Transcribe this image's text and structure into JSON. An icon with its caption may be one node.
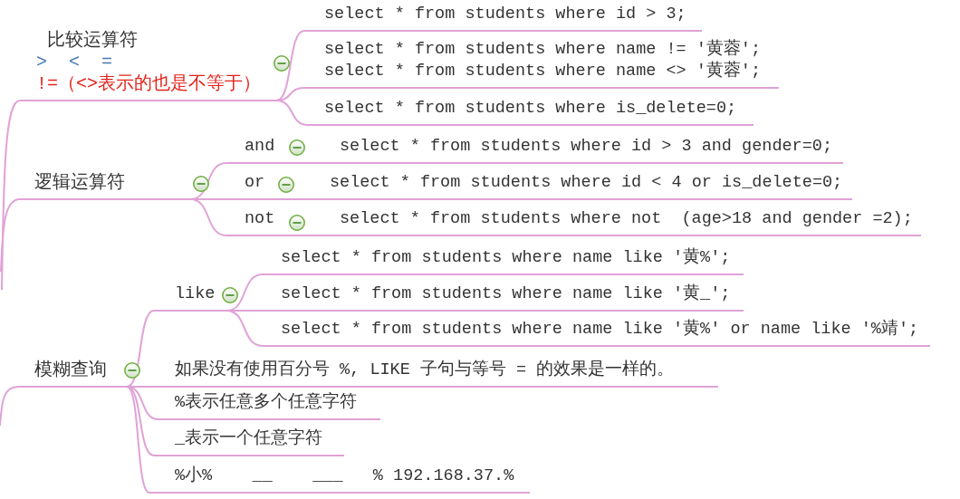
{
  "diagram": {
    "nodes": [
      {
        "text": [
          "比较运算符",
          ">  <  =",
          "!=（<>表示的也是不等于）"
        ]
      },
      {
        "text": [
          "select * from students where id > 3;"
        ]
      },
      {
        "text": [
          "select * from students where name != '黄蓉';",
          "select * from students where name <> '黄蓉';"
        ]
      },
      {
        "text": [
          "select * from students where is_delete=0;"
        ]
      },
      {
        "text": [
          "逻辑运算符"
        ]
      },
      {
        "text": [
          "and"
        ]
      },
      {
        "text": [
          "select * from students where id > 3 and gender=0;"
        ]
      },
      {
        "text": [
          "or"
        ]
      },
      {
        "text": [
          "select * from students where id < 4 or is_delete=0;"
        ]
      },
      {
        "text": [
          "not"
        ]
      },
      {
        "text": [
          "select * from students where not  (age>18 and gender =2);"
        ]
      },
      {
        "text": [
          "模糊查询"
        ]
      },
      {
        "text": [
          "like"
        ]
      },
      {
        "text": [
          "select * from students where name like '黄%';"
        ]
      },
      {
        "text": [
          "select * from students where name like '黄_';"
        ]
      },
      {
        "text": [
          "select * from students where name like '黄%' or name like '%靖';"
        ]
      },
      {
        "text": [
          "如果没有使用百分号 %, LIKE 子句与等号 = 的效果是一样的。"
        ]
      },
      {
        "text": [
          "%表示任意多个任意字符"
        ]
      },
      {
        "text": [
          "_表示一个任意字符"
        ]
      },
      {
        "text": [
          "%小%    __    ___   % 192.168.37.%"
        ]
      }
    ],
    "edges": [
      {
        "from": null,
        "to": 0,
        "arrow": "none"
      },
      {
        "from": 0,
        "to": 1,
        "arrow": "none"
      },
      {
        "from": 0,
        "to": 2,
        "arrow": "none"
      },
      {
        "from": 0,
        "to": 3,
        "arrow": "none"
      },
      {
        "from": null,
        "to": 4,
        "arrow": "none"
      },
      {
        "from": 4,
        "to": 5,
        "arrow": "none"
      },
      {
        "from": 5,
        "to": 6,
        "arrow": "none"
      },
      {
        "from": 4,
        "to": 7,
        "arrow": "none"
      },
      {
        "from": 7,
        "to": 8,
        "arrow": "none"
      },
      {
        "from": 4,
        "to": 9,
        "arrow": "none"
      },
      {
        "from": 9,
        "to": 10,
        "arrow": "none"
      },
      {
        "from": null,
        "to": 11,
        "arrow": "none"
      },
      {
        "from": 11,
        "to": 12,
        "arrow": "none"
      },
      {
        "from": 12,
        "to": 13,
        "arrow": "none"
      },
      {
        "from": 12,
        "to": 14,
        "arrow": "none"
      },
      {
        "from": 12,
        "to": 15,
        "arrow": "none"
      },
      {
        "from": 11,
        "to": 16,
        "arrow": "none"
      },
      {
        "from": 11,
        "to": 17,
        "arrow": "none"
      },
      {
        "from": 11,
        "to": 18,
        "arrow": "none"
      },
      {
        "from": 11,
        "to": 19,
        "arrow": "none"
      }
    ]
  }
}
